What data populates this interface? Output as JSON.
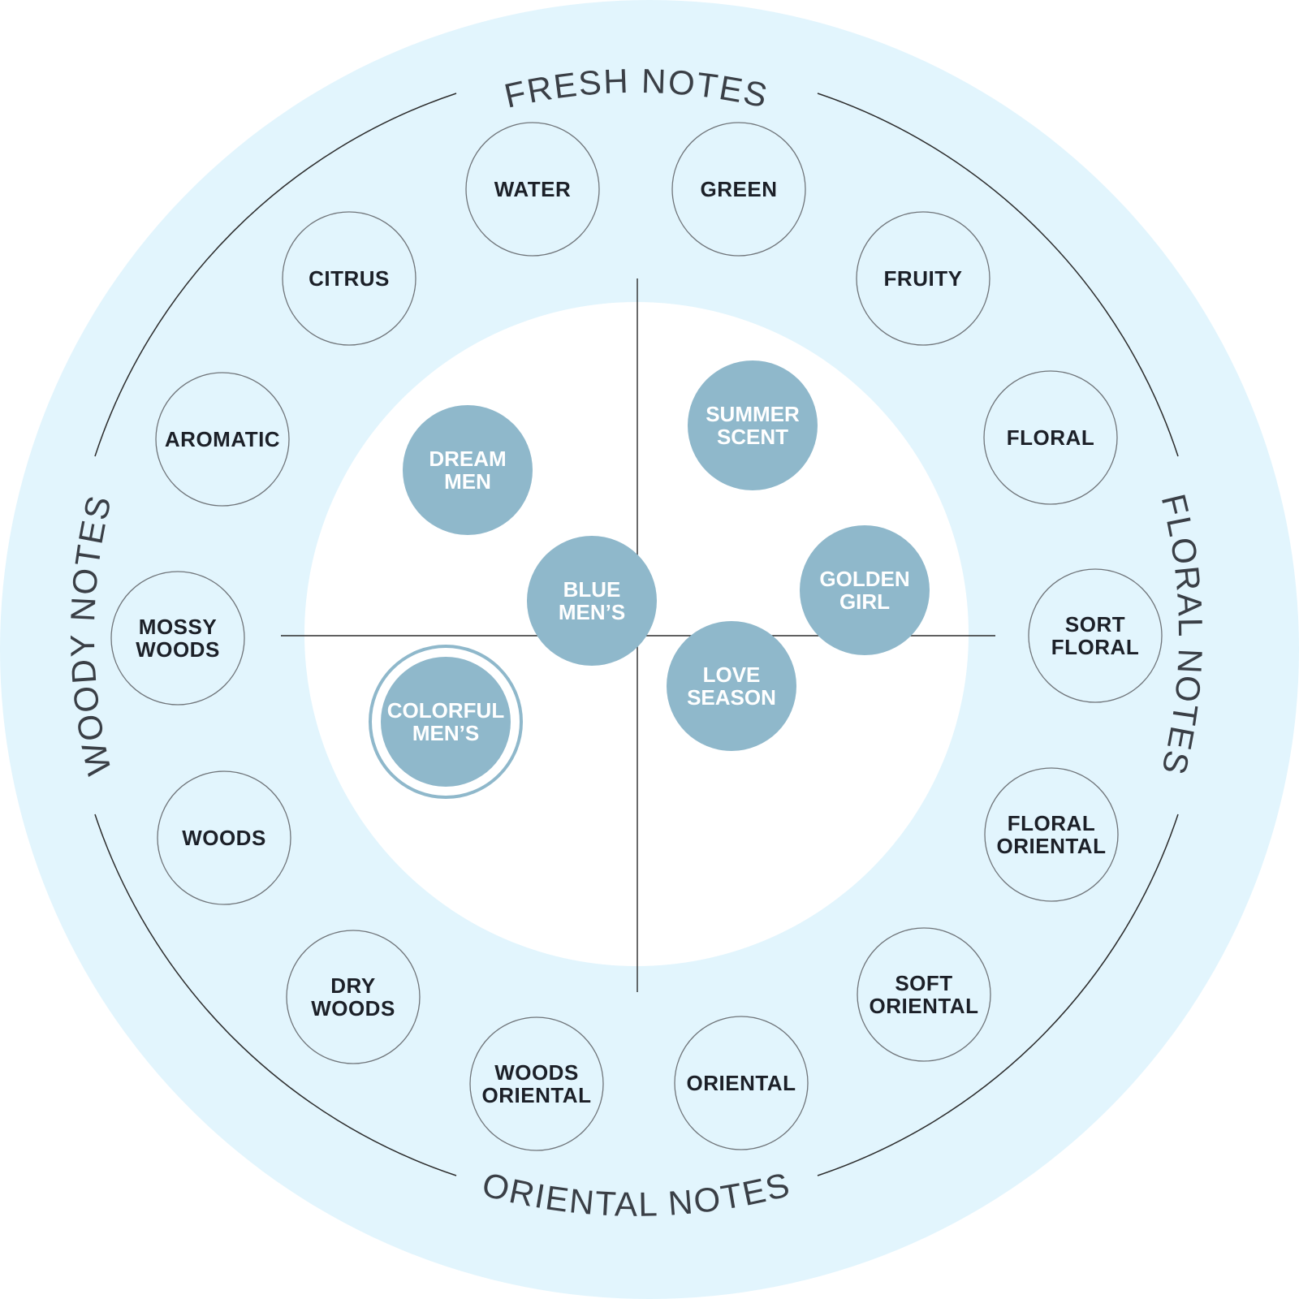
{
  "colors": {
    "outer_ring": "#e2f5fd",
    "inner_disc": "#ffffff",
    "scent_fill": "#8fb8cb",
    "line": "#2b2b2b"
  },
  "families": {
    "top": "FRESH NOTES",
    "right": "FLORAL NOTES",
    "bottom": "ORIENTAL NOTES",
    "left": "WOODY NOTES"
  },
  "notes": [
    {
      "id": "water",
      "lines": [
        "WATER"
      ]
    },
    {
      "id": "green",
      "lines": [
        "GREEN"
      ]
    },
    {
      "id": "citrus",
      "lines": [
        "CITRUS"
      ]
    },
    {
      "id": "fruity",
      "lines": [
        "FRUITY"
      ]
    },
    {
      "id": "aromatic",
      "lines": [
        "AROMATIC"
      ]
    },
    {
      "id": "floral",
      "lines": [
        "FLORAL"
      ]
    },
    {
      "id": "mossy-woods",
      "lines": [
        "MOSSY",
        "WOODS"
      ]
    },
    {
      "id": "sort-floral",
      "lines": [
        "SORT",
        "FLORAL"
      ]
    },
    {
      "id": "woods",
      "lines": [
        "WOODS"
      ]
    },
    {
      "id": "floral-oriental",
      "lines": [
        "FLORAL",
        "ORIENTAL"
      ]
    },
    {
      "id": "dry-woods",
      "lines": [
        "DRY",
        "WOODS"
      ]
    },
    {
      "id": "soft-oriental",
      "lines": [
        "SOFT",
        "ORIENTAL"
      ]
    },
    {
      "id": "woods-oriental",
      "lines": [
        "WOODS",
        "ORIENTAL"
      ]
    },
    {
      "id": "oriental",
      "lines": [
        "ORIENTAL"
      ]
    }
  ],
  "scents": [
    {
      "id": "dream-men",
      "lines": [
        "DREAM",
        "MEN"
      ]
    },
    {
      "id": "summer-scent",
      "lines": [
        "SUMMER",
        "SCENT"
      ]
    },
    {
      "id": "blue-mens",
      "lines": [
        "BLUE",
        "MEN’S"
      ]
    },
    {
      "id": "golden-girl",
      "lines": [
        "GOLDEN",
        "GIRL"
      ]
    },
    {
      "id": "love-season",
      "lines": [
        "LOVE",
        "SEASON"
      ]
    },
    {
      "id": "colorful-mens",
      "lines": [
        "COLORFUL",
        "MEN’S"
      ],
      "highlighted": true
    }
  ]
}
